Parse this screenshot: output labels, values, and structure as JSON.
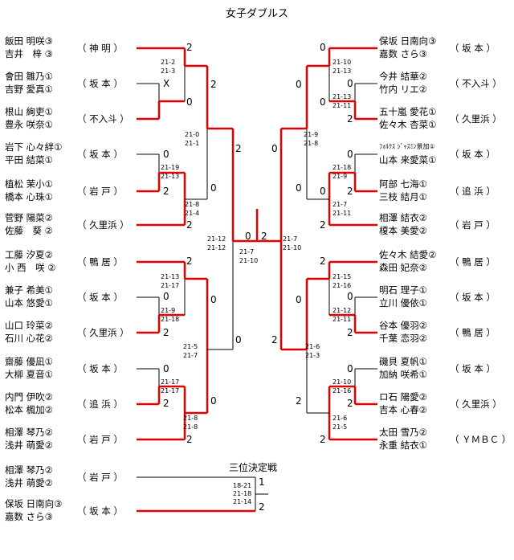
{
  "title": "女子ダブルス",
  "third_title": "三位決定戦",
  "left_teams": [
    {
      "p1": "飯田 明咲③",
      "p2": "吉井　梓 ③",
      "club": "神 明"
    },
    {
      "p1": "會田 雛乃①",
      "p2": "吉野 愛真①",
      "club": "坂 本"
    },
    {
      "p1": "根山 絢吏①",
      "p2": "豊永 咲奈①",
      "club": "不入斗"
    },
    {
      "p1": "岩下 心々絆①",
      "p2": "平田 結菜①",
      "club": "坂 本"
    },
    {
      "p1": "植松 茉小①",
      "p2": "橋本 心珠①",
      "club": "岩 戸"
    },
    {
      "p1": "菅野 陽菜②",
      "p2": "佐藤　葵 ②",
      "club": "久里浜"
    },
    {
      "p1": "工藤 汐夏②",
      "p2": "小 西　咲 ②",
      "club": "鴨 居"
    },
    {
      "p1": "兼子 希美①",
      "p2": "山本 悠愛①",
      "club": "坂 本"
    },
    {
      "p1": "山口 玲菜②",
      "p2": "石川 心花②",
      "club": "久里浜"
    },
    {
      "p1": "齋藤 優凪①",
      "p2": "大柳 夏音①",
      "club": "坂 本"
    },
    {
      "p1": "内門 伊吹②",
      "p2": "松本 楓加②",
      "club": "追 浜"
    },
    {
      "p1": "相澤 琴乃②",
      "p2": "浅井 萌愛②",
      "club": "岩 戸"
    }
  ],
  "right_teams": [
    {
      "p1": "保坂 日南向③",
      "p2": "嘉数 さら③",
      "club": "坂 本"
    },
    {
      "p1": "今井 結華②",
      "p2": "竹内 リエ②",
      "club": "不入斗"
    },
    {
      "p1": "五十嵐 愛花①",
      "p2": "佐々木 杏菜①",
      "club": "久里浜"
    },
    {
      "p1": "ﾌｫﾙｸｽ ｼﾞｬｽﾐﾝ景加①",
      "p2": "山本 来愛菜①",
      "club": "坂 本"
    },
    {
      "p1": "阿部 七海①",
      "p2": "三枝 結月①",
      "club": "追 浜"
    },
    {
      "p1": "相澤 結衣②",
      "p2": "榎本 美愛②",
      "club": "岩 戸"
    },
    {
      "p1": "佐々木 結愛②",
      "p2": "森田 妃奈②",
      "club": "鴨 居"
    },
    {
      "p1": "明石 理子①",
      "p2": "立川 優依①",
      "club": "坂 本"
    },
    {
      "p1": "谷本 優羽②",
      "p2": "千葉 恋羽②",
      "club": "鴨 居"
    },
    {
      "p1": "磯貝 夏帆①",
      "p2": "加納 咲希①",
      "club": "坂 本"
    },
    {
      "p1": "ロ石 陽愛②",
      "p2": "吉本 心春②",
      "club": "久里浜"
    },
    {
      "p1": "太田 雪乃②",
      "p2": "永重 結衣①",
      "club": "ＹＭＢＣ"
    }
  ],
  "third_teams": [
    {
      "p1": "相澤 琴乃②",
      "p2": "浅井 萌愛②",
      "club": "岩 戸"
    },
    {
      "p1": "保坂 日南向③",
      "p2": "嘉数 さら③",
      "club": "坂 本"
    }
  ],
  "scores": {
    "l1": [
      "2",
      "0",
      "X"
    ],
    "l1s": [
      "21-2",
      "21-3"
    ],
    "l2": [
      "0",
      "2"
    ],
    "l2s": [
      "21-19",
      "21-13"
    ],
    "l3": [
      "2",
      "0"
    ],
    "l3s": [
      "21-13",
      "21-17"
    ],
    "l4": [
      "0",
      "2"
    ],
    "l4s": [
      "21-17",
      "21-17"
    ],
    "l5": [
      "2",
      "0"
    ],
    "l5s": [
      "21-0",
      "21-1"
    ],
    "l6": [
      "2",
      "0"
    ],
    "l6s": [
      "21-8",
      "21-4"
    ],
    "l7": [
      "0",
      "2"
    ],
    "l7s": [
      "21-9",
      "21-18"
    ],
    "l8": [
      "2",
      "0"
    ],
    "l8s": [
      "21-8",
      "21-8"
    ],
    "l9": [
      "2",
      "0"
    ],
    "l9s": [
      "21-5",
      "21-7"
    ],
    "l10": [
      "0",
      "2"
    ],
    "l10s": [
      "21-12",
      "21-12"
    ],
    "r1": [
      "2",
      "0"
    ],
    "r1s": [
      "21-10",
      "21-13"
    ],
    "r2": [
      "0",
      "2"
    ],
    "r2s": [
      "21-13",
      "21-11"
    ],
    "r3": [
      "0",
      "2"
    ],
    "r3s": [
      "21-18",
      "21-9"
    ],
    "r4": [
      "0",
      "2"
    ],
    "r4s": [
      "21-7",
      "21-11"
    ],
    "r5": [
      "2",
      "0"
    ],
    "r5s": [
      "21-9",
      "21-8"
    ],
    "r6": [
      "2",
      "0"
    ],
    "r6s": [
      "21-15",
      "21-16"
    ],
    "r7": [
      "0",
      "2"
    ],
    "r7s": [
      "21-12",
      "21-11"
    ],
    "r8": [
      "0",
      "2"
    ],
    "r8s": [
      "21-10",
      "21-16"
    ],
    "r9": [
      "0",
      "2"
    ],
    "r9s": [
      "21-6",
      "21-5"
    ],
    "r10": [
      "2",
      "0"
    ],
    "r10s": [
      "21-6",
      "21-3"
    ],
    "final": [
      "0",
      "2"
    ],
    "final_l": [
      "21-7",
      "21-10"
    ],
    "final_r": [
      "21-7",
      "21-10"
    ],
    "third": [
      "1",
      "2"
    ],
    "thirds": [
      "18-21",
      "21-18",
      "21-14"
    ]
  }
}
